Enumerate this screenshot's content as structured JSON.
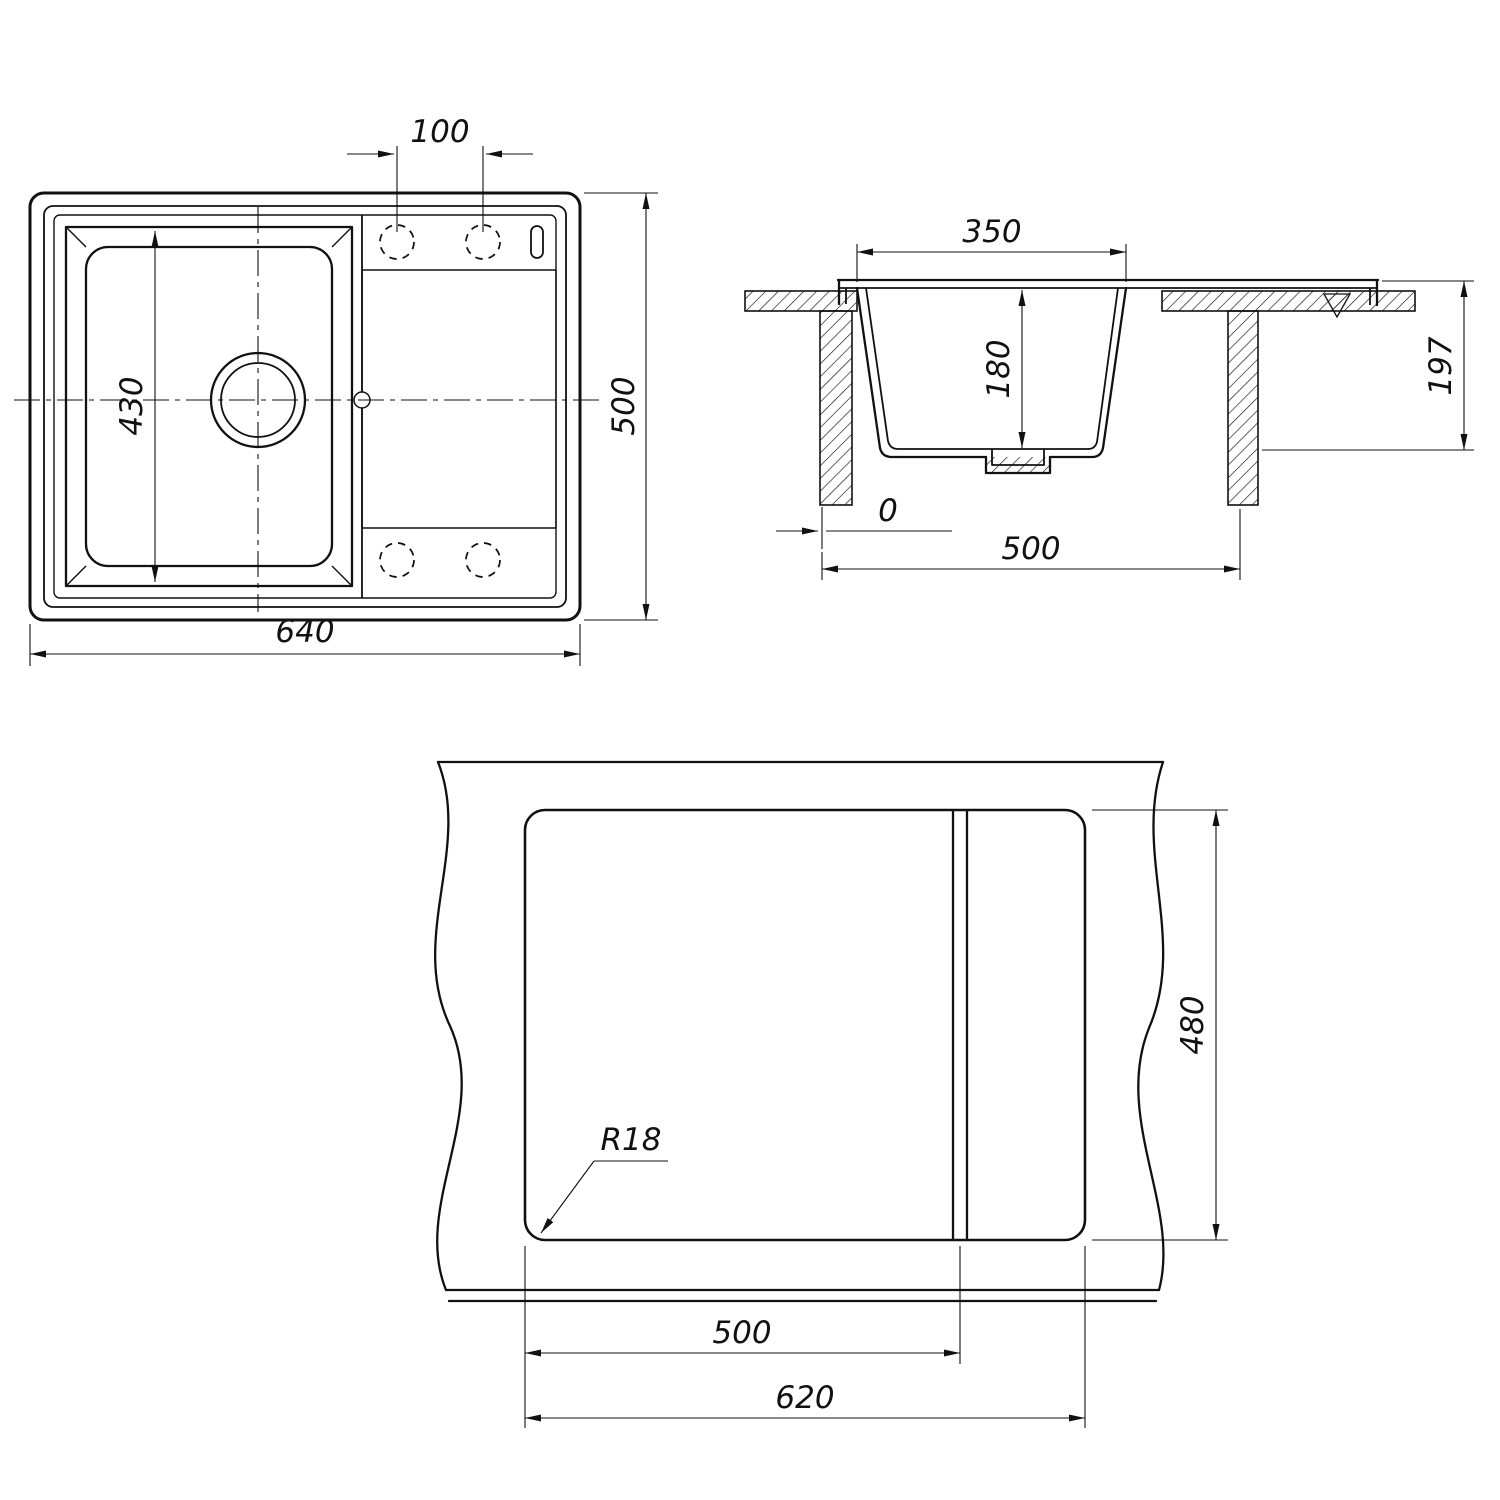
{
  "plan_view": {
    "dim_faucet_offset": "100",
    "dim_bowl_length": "430",
    "dim_overall_depth": "500",
    "dim_overall_width": "640"
  },
  "section_view": {
    "dim_bowl_width": "350",
    "dim_bowl_depth": "180",
    "dim_install_depth": "197",
    "dim_edge_offset": "0",
    "dim_cabinet_width": "500"
  },
  "cutout_view": {
    "dim_cutout_depth": "480",
    "dim_corner_radius": "R18",
    "dim_inner_width": "500",
    "dim_cutout_width": "620"
  }
}
